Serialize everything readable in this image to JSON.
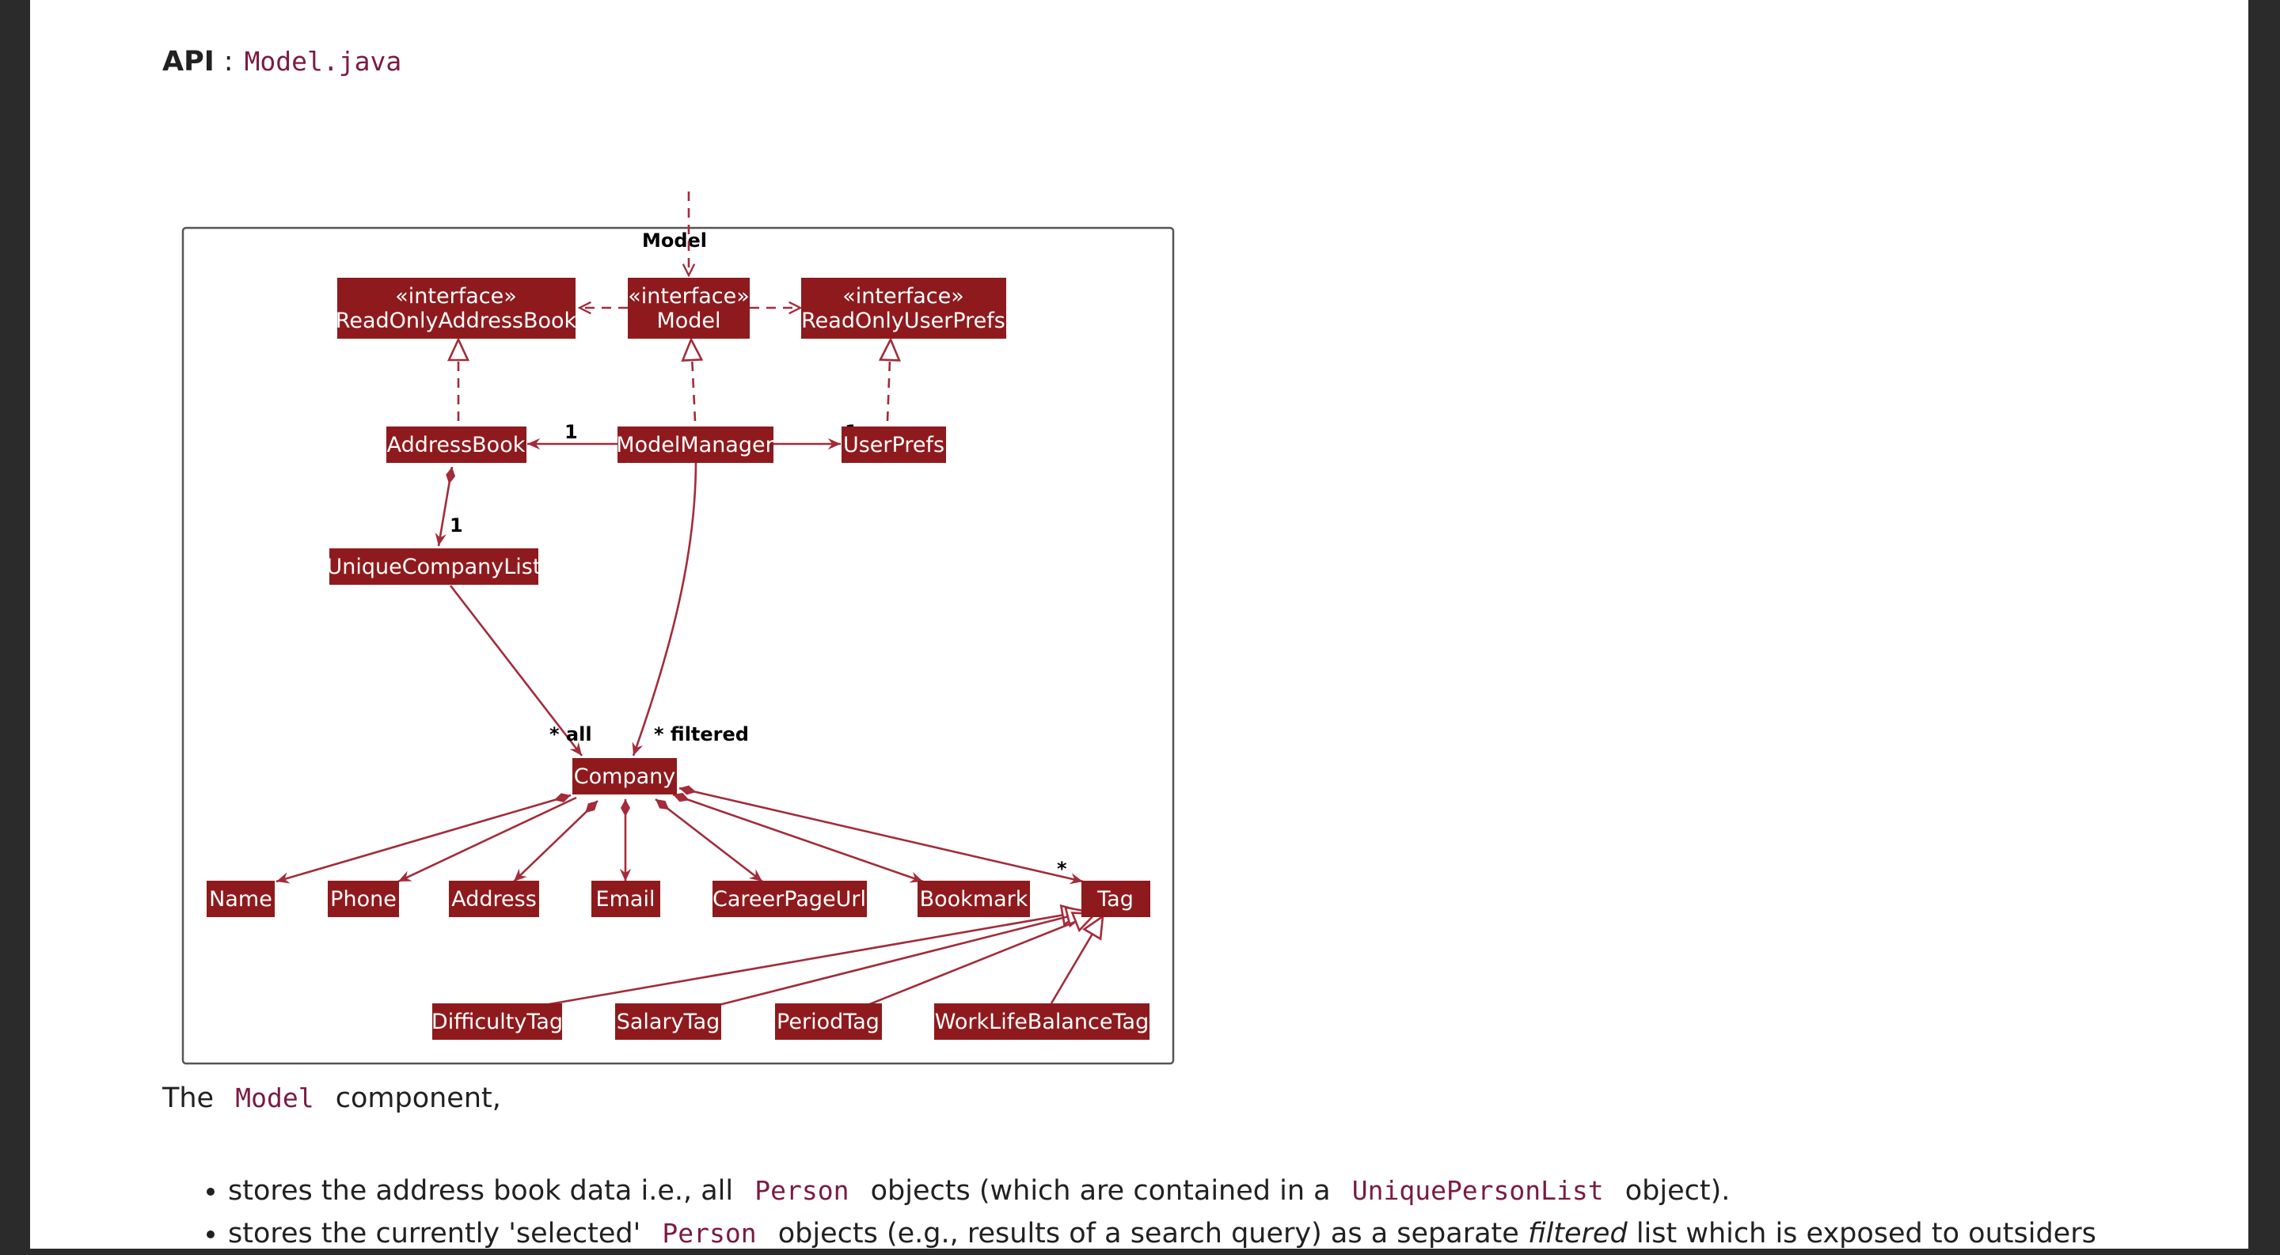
{
  "api": {
    "label": "API",
    "colon": ":",
    "file": "Model.java"
  },
  "diagram": {
    "package": "Model",
    "classes": {
      "readonly_address_book": {
        "stereotype": "«interface»",
        "name": "ReadOnlyAddressBook"
      },
      "model": {
        "stereotype": "«interface»",
        "name": "Model"
      },
      "readonly_user_prefs": {
        "stereotype": "«interface»",
        "name": "ReadOnlyUserPrefs"
      },
      "address_book": "AddressBook",
      "model_manager": "ModelManager",
      "user_prefs": "UserPrefs",
      "unique_company_list": "UniqueCompanyList",
      "company": "Company",
      "name": "Name",
      "phone": "Phone",
      "address": "Address",
      "email": "Email",
      "career_page_url": "CareerPageUrl",
      "bookmark": "Bookmark",
      "tag": "Tag",
      "difficulty_tag": "DifficultyTag",
      "salary_tag": "SalaryTag",
      "period_tag": "PeriodTag",
      "work_life_balance_tag": "WorkLifeBalanceTag"
    },
    "multiplicities": {
      "addressbook_one": "1",
      "userprefs_one": "1",
      "uniquelist_one": "1",
      "all": "* all",
      "filtered": "* filtered",
      "tag_many": "*"
    }
  },
  "text": {
    "intro_prefix": "The",
    "intro_code": "Model",
    "intro_suffix": "component,",
    "bullet1_a": "stores the address book data i.e., all",
    "bullet1_code1": "Person",
    "bullet1_b": "objects (which are contained in a",
    "bullet1_code2": "UniquePersonList",
    "bullet1_c": "object).",
    "bullet2_a": "stores the currently 'selected'",
    "bullet2_code": "Person",
    "bullet2_b": "objects (e.g., results of a search query) as a separate",
    "bullet2_em": "filtered",
    "bullet2_c": "list which is exposed to outsiders"
  },
  "colors": {
    "class_fill": "#8f1a1d",
    "edge": "#a32b3a",
    "code": "#7b1a44",
    "side_bar": "#2b2b2b"
  }
}
